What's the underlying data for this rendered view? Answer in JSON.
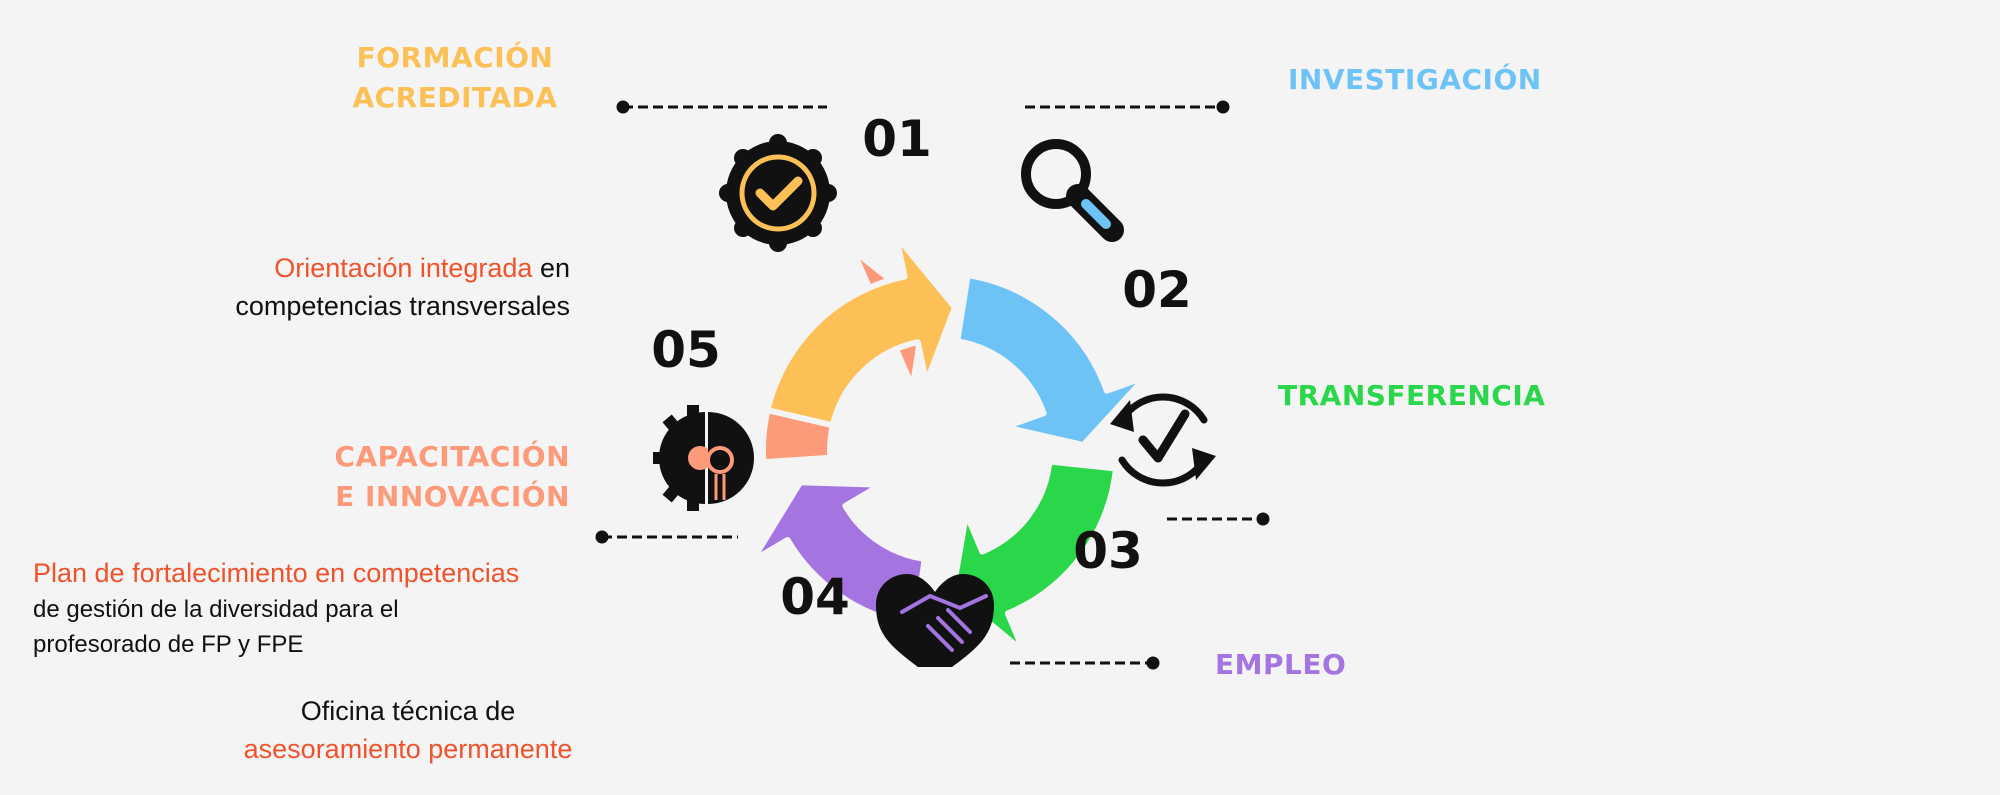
{
  "colors": {
    "background": "#f4f4f4",
    "yellow": "#fdc056",
    "blue": "#6ec3f6",
    "green": "#2ad64a",
    "purple": "#a474e0",
    "salmon": "#fc9a79",
    "highlight": "#f0522b",
    "ink": "#111111"
  },
  "steps": [
    {
      "number": "01",
      "title_lines": [
        "FORMACIÓN",
        "ACREDITADA"
      ],
      "icon": "badge-check-icon",
      "color": "#fdc056"
    },
    {
      "number": "02",
      "title_lines": [
        "INVESTIGACIÓN"
      ],
      "icon": "magnifier-icon",
      "color": "#6ec3f6"
    },
    {
      "number": "03",
      "title_lines": [
        "TRANSFERENCIA"
      ],
      "icon": "refresh-check-icon",
      "color": "#2ad64a"
    },
    {
      "number": "04",
      "title_lines": [
        "EMPLEO"
      ],
      "icon": "heart-handshake-icon",
      "color": "#a474e0"
    },
    {
      "number": "05",
      "title_lines": [
        "CAPACITACIÓN",
        "E INNOVACIÓN"
      ],
      "icon": "gear-bulb-icon",
      "color": "#fc9a79"
    }
  ],
  "notes": {
    "orientacion": {
      "highlight": "Orientación integrada",
      "rest1": " en",
      "line2": "competencias transversales"
    },
    "plan": {
      "highlight": "Plan de fortalecimiento en competencias",
      "line2": "de gestión de la diversidad para el",
      "line3": "profesorado de FP y FPE"
    },
    "oficina": {
      "line1": "Oficina técnica de",
      "highlight": "asesoramiento permanente"
    }
  }
}
